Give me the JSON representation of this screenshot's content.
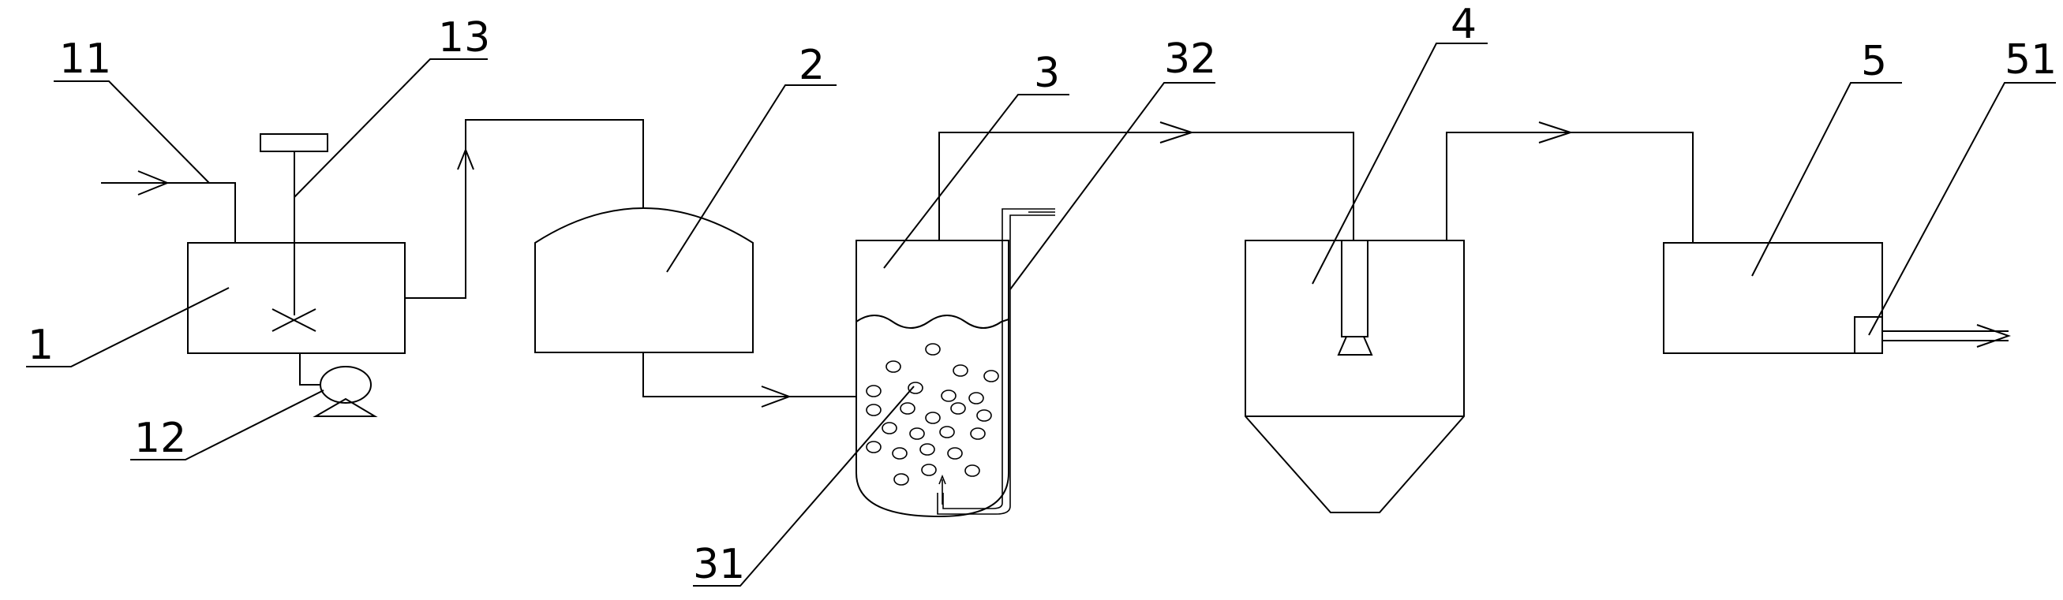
{
  "labels": {
    "l1": "1",
    "l11": "11",
    "l12": "12",
    "l13": "13",
    "l2": "2",
    "l3": "3",
    "l31": "31",
    "l32": "32",
    "l4": "4",
    "l5": "5",
    "l51": "51"
  },
  "colors": {
    "stroke": "#000000",
    "background": "#ffffff"
  }
}
